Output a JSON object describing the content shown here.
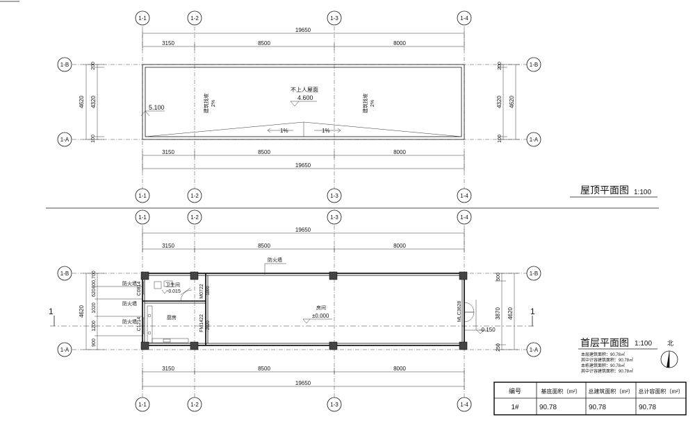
{
  "roof": {
    "axis_top": [
      "1-1",
      "1-2",
      "1-3",
      "1-4"
    ],
    "axis_bottom": [
      "1-1",
      "1-2",
      "1-3",
      "1-4"
    ],
    "axis_left": [
      "1-B",
      "1-A"
    ],
    "axis_right": [
      "1-B",
      "1-A"
    ],
    "dim_total": "19650",
    "dim_segments": [
      "3150",
      "8500",
      "8000"
    ],
    "dim_left_total": "4620",
    "dim_left_parts": [
      "200",
      "4320",
      "100"
    ],
    "dim_right_total": "4620",
    "dim_right_parts": [
      "200",
      "4320",
      "100"
    ],
    "elev_left": "5.100",
    "roof_note": "不上人屋面",
    "roof_elev": "4.600",
    "slope_left_label": "建筑找坡",
    "slope_left_value": "2%",
    "slope_right_label": "建筑找坡",
    "slope_right_value": "2%",
    "slope_mid_left": "1%",
    "slope_mid_right": "1%",
    "title": "屋顶平面图",
    "scale": "1:100"
  },
  "ground": {
    "axis_top": [
      "1-1",
      "1-2",
      "1-3",
      "1-4"
    ],
    "axis_bottom": [
      "1-1",
      "1-2",
      "1-3",
      "1-4"
    ],
    "axis_left": [
      "1-B",
      "1-A"
    ],
    "axis_right": [
      "1-B",
      "1-A"
    ],
    "dim_total": "19650",
    "dim_segments": [
      "3150",
      "8500",
      "8000"
    ],
    "dim_left_total": "4620",
    "dim_left_parts": [
      "900",
      "1200",
      "1020",
      "620",
      "800,700"
    ],
    "dim_right_total": "4620",
    "dim_right_parts": [
      "500",
      "3870",
      "250"
    ],
    "section_mark": "1",
    "firewall_label": "防火墙",
    "rooms": {
      "toilet": "卫生间",
      "toilet_elev": "-0.015",
      "kitchen": "厨房",
      "hall": "房间",
      "hall_elev": "±0.000"
    },
    "door_window_marks": [
      "C0814",
      "C1214",
      "M0722",
      "FM1422",
      "MLC3628"
    ],
    "dims_inner": [
      "1800",
      "2820"
    ],
    "entrance_elev": "-0.150",
    "title": "首层平面图",
    "scale": "1:100",
    "north": "北",
    "area_notes": [
      "本层建筑面积：90.78㎡",
      "其中计容建筑面积：90.78㎡",
      "本栋建筑面积：90.78㎡",
      "其中计容建筑面积：90.78㎡"
    ]
  },
  "table": {
    "headers": [
      "编号",
      "基底面积（m²）",
      "总建筑面积（m²）",
      "总计容面积（m²）"
    ],
    "rows": [
      [
        "1#",
        "90.78",
        "90.78",
        "90.78"
      ]
    ]
  }
}
